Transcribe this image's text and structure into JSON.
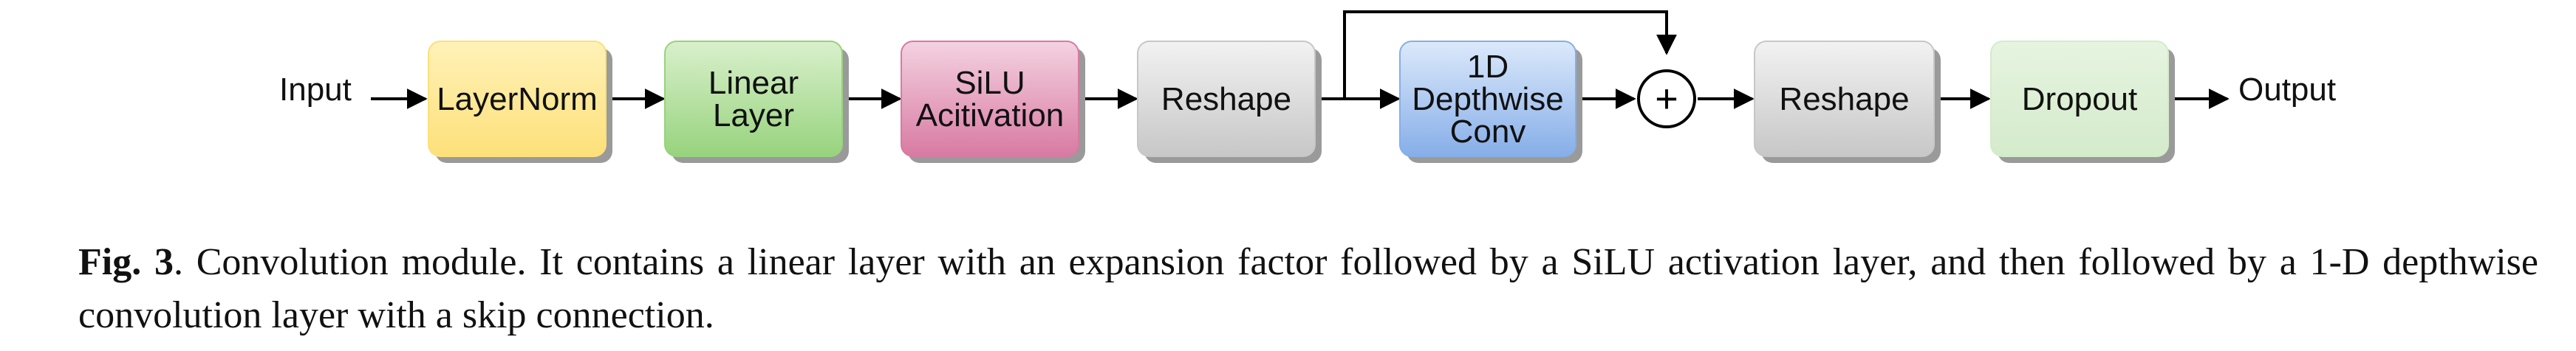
{
  "diagram": {
    "input_label": "Input",
    "output_label": "Output",
    "plus_symbol": "+",
    "blocks": [
      {
        "id": "layernorm",
        "lines": [
          "LayerNorm"
        ],
        "color": "#fde07a",
        "color_top": "#fff2b8"
      },
      {
        "id": "linear-layer",
        "lines": [
          "Linear",
          "Layer"
        ],
        "color": "#97d37d",
        "color_top": "#d9f0cc"
      },
      {
        "id": "silu-activation",
        "lines": [
          "SiLU",
          "Acitivation"
        ],
        "color": "#d87aa2",
        "color_top": "#f4d2e1"
      },
      {
        "id": "reshape-1",
        "lines": [
          "Reshape"
        ],
        "color": "#c7c7c7",
        "color_top": "#f2f2f2"
      },
      {
        "id": "depthwise-conv",
        "lines": [
          "1D",
          "Depthwise",
          "Conv"
        ],
        "color": "#86aee8",
        "color_top": "#dce9fb"
      },
      {
        "id": "reshape-2",
        "lines": [
          "Reshape"
        ],
        "color": "#c7c7c7",
        "color_top": "#f2f2f2"
      },
      {
        "id": "dropout",
        "lines": [
          "Dropout"
        ],
        "color": "#d4ebcb",
        "color_top": "#e6f4e0"
      }
    ]
  },
  "caption": {
    "label": "Fig. 3",
    "text": ". Convolution module. It contains a linear layer with an expansion factor followed by a SiLU activation layer, and then followed by a 1-D depthwise convolution layer with a skip connection."
  }
}
